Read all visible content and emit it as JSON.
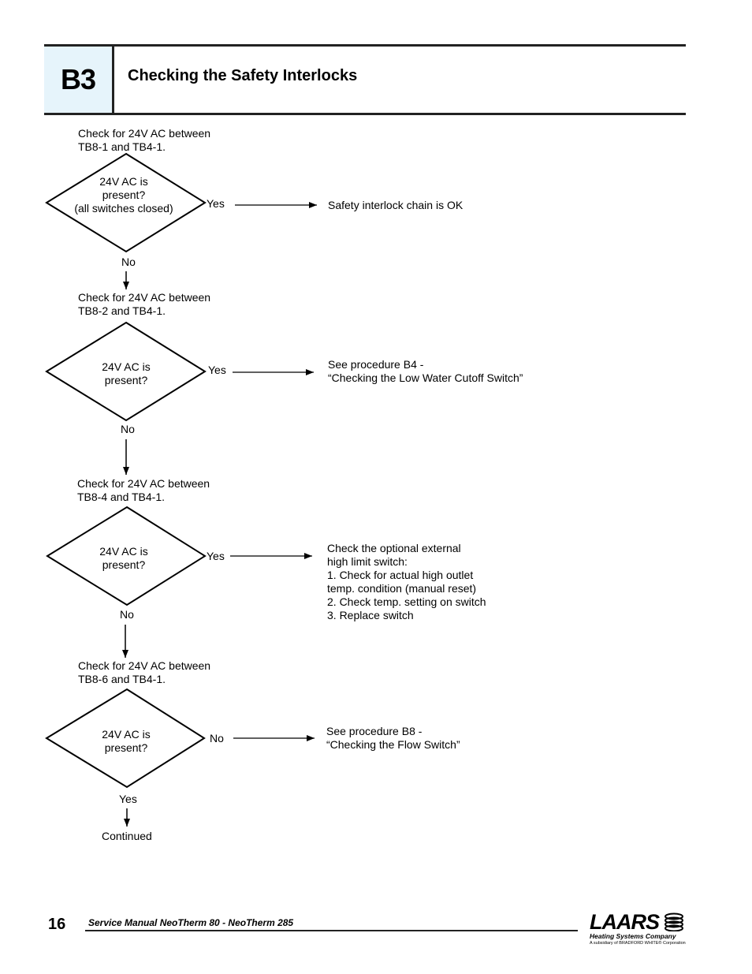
{
  "header": {
    "section_code": "B3",
    "title": "Checking the Safety Interlocks"
  },
  "flowchart": {
    "steps": [
      {
        "instruction": [
          "Check for 24V AC between",
          "TB8-1 and TB4-1."
        ],
        "question": [
          "24V AC is",
          "present?",
          "(all switches closed)"
        ],
        "branch_label": "Yes",
        "branch_result": [
          "Safety interlock chain is OK"
        ],
        "continue_label": "No"
      },
      {
        "instruction": [
          "Check for 24V AC between",
          "TB8-2 and TB4-1."
        ],
        "question": [
          "24V AC is",
          "present?"
        ],
        "branch_label": "Yes",
        "branch_result": [
          "See procedure B4 -",
          "“Checking the Low Water Cutoff Switch”"
        ],
        "continue_label": "No"
      },
      {
        "instruction": [
          "Check for 24V AC between",
          "TB8-4 and TB4-1."
        ],
        "question": [
          "24V AC is",
          "present?"
        ],
        "branch_label": "Yes",
        "branch_result": [
          "Check the optional external",
          "high limit switch:",
          "1.  Check for actual high outlet",
          "temp. condition (manual reset)",
          "2.  Check temp. setting on switch",
          "3.  Replace switch"
        ],
        "continue_label": "No"
      },
      {
        "instruction": [
          "Check for 24V AC between",
          "TB8-6 and TB4-1."
        ],
        "question": [
          "24V AC is",
          "present?"
        ],
        "branch_label": "No",
        "branch_result": [
          "See procedure B8 -",
          "“Checking the Flow Switch”"
        ],
        "continue_label": "Yes"
      }
    ],
    "continued_label": "Continued"
  },
  "footer": {
    "page_number": "16",
    "manual_title": "Service Manual NeoTherm 80 - NeoTherm 285"
  },
  "logo": {
    "brand": "LAARS",
    "tagline": "Heating Systems Company",
    "subsidiary": "A subsidiary of BRADFORD WHITE® Corporation"
  },
  "colors": {
    "section_box_fill": "#e6f4fb",
    "rule": "#222222"
  }
}
